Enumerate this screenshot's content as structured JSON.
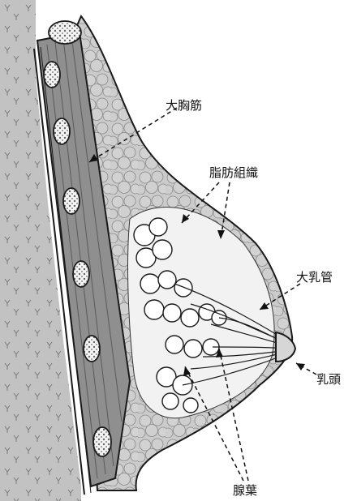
{
  "diagram": {
    "labels": {
      "pectoralis_major": "大胸筋",
      "adipose_tissue": "脂肪組織",
      "lactiferous_duct": "大乳管",
      "nipple": "乳頭",
      "lobes": "腺葉"
    }
  },
  "colors": {
    "background": "#ffffff",
    "ribcage": "#bcbcbc",
    "muscle_dark": "#858585",
    "muscle_light": "#a9a9a9",
    "fat": "#c9c9c9",
    "gland": "#ffffff",
    "outline": "#1a1a1a"
  }
}
